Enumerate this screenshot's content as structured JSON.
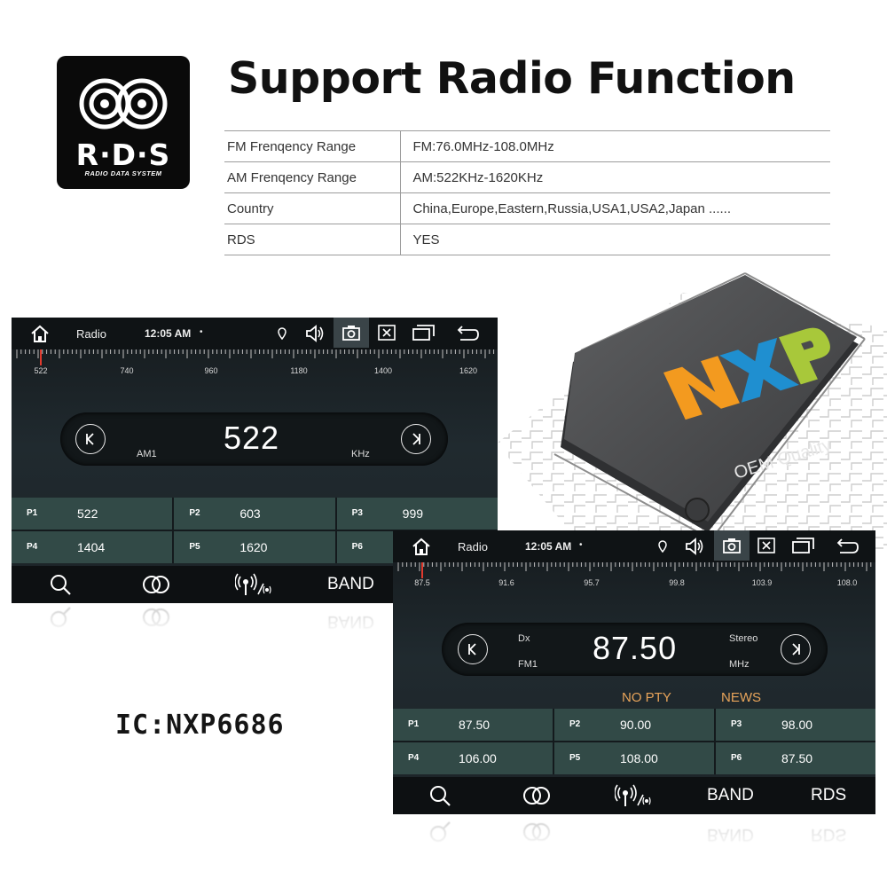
{
  "logo": {
    "name": "R·D·S",
    "subtitle": "RADIO DATA SYSTEM"
  },
  "headline": "Support Radio Function",
  "specs": [
    {
      "label": "FM Frenqency Range",
      "value": "FM:76.0MHz-108.0MHz"
    },
    {
      "label": "AM Frenqency Range",
      "value": "AM:522KHz-1620KHz"
    },
    {
      "label": "Country",
      "value": "China,Europe,Eastern,Russia,USA1,USA2,Japan ......"
    },
    {
      "label": "RDS",
      "value": "YES"
    }
  ],
  "chip": {
    "brand": "NXP",
    "caption": "OEM Quality"
  },
  "ic_label": "IC:NXP6686",
  "am_screen": {
    "app_title": "Radio",
    "clock": "12:05 AM",
    "dot": "•",
    "ruler_labels": [
      "522",
      "740",
      "960",
      "1180",
      "1400",
      "1620"
    ],
    "frequency": "522",
    "band": "AM1",
    "unit": "KHz",
    "presets": [
      {
        "label": "P1",
        "value": "522"
      },
      {
        "label": "P2",
        "value": "603"
      },
      {
        "label": "P3",
        "value": "999"
      },
      {
        "label": "P4",
        "value": "1404"
      },
      {
        "label": "P5",
        "value": "1620"
      },
      {
        "label": "P6",
        "value": ""
      }
    ],
    "band_button": "BAND"
  },
  "fm_screen": {
    "app_title": "Radio",
    "clock": "12:05 AM",
    "dot": "•",
    "ruler_labels": [
      "87.5",
      "91.6",
      "95.7",
      "99.8",
      "103.9",
      "108.0"
    ],
    "frequency": "87.50",
    "band": "FM1",
    "dx": "Dx",
    "stereo": "Stereo",
    "unit": "MHz",
    "pty": "NO PTY",
    "news": "NEWS",
    "presets": [
      {
        "label": "P1",
        "value": "87.50"
      },
      {
        "label": "P2",
        "value": "90.00"
      },
      {
        "label": "P3",
        "value": "98.00"
      },
      {
        "label": "P4",
        "value": "106.00"
      },
      {
        "label": "P5",
        "value": "108.00"
      },
      {
        "label": "P6",
        "value": "87.50"
      }
    ],
    "band_button": "BAND",
    "rds_button": "RDS"
  },
  "colors": {
    "preset_bg": "#324a47",
    "pty_text": "#e8a45a",
    "tuner_marker": "#e03a2e",
    "nxp_orange": "#f39a1f",
    "nxp_blue": "#1f8fd0",
    "nxp_green": "#a8c83a"
  }
}
